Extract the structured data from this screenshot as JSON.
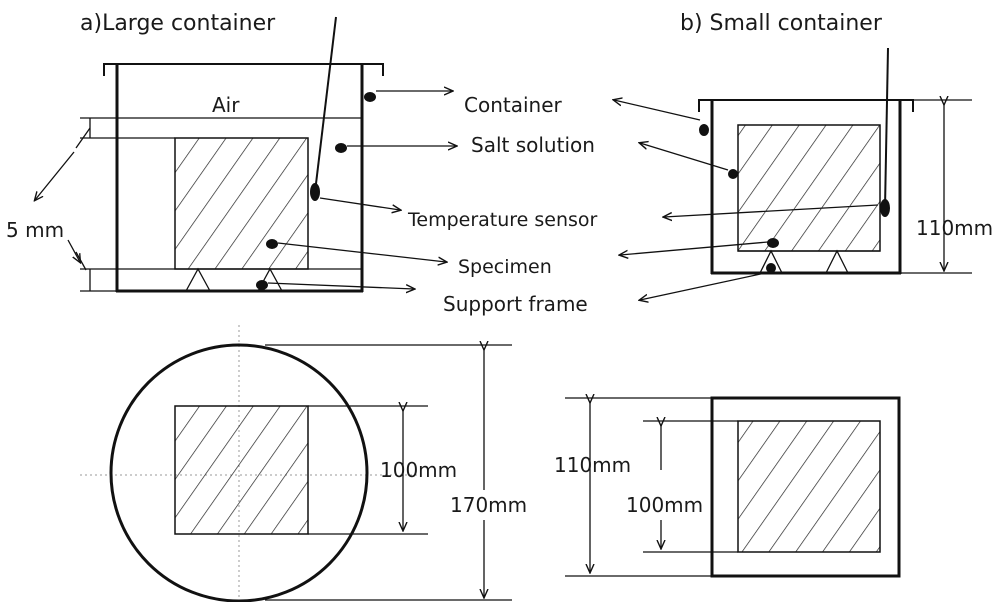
{
  "titles": {
    "large": "a)Large container",
    "small": "b) Small container"
  },
  "labels": {
    "air": "Air",
    "container": "Container",
    "salt_solution": "Salt solution",
    "temperature_sensor": "Temperature sensor",
    "specimen": "Specimen",
    "support_frame": "Support frame"
  },
  "dimensions": {
    "gap": "5 mm",
    "small_height": "110mm",
    "large_specimen": "100mm",
    "large_diameter": "170mm",
    "small_outer": "110mm",
    "small_specimen": "100mm"
  }
}
